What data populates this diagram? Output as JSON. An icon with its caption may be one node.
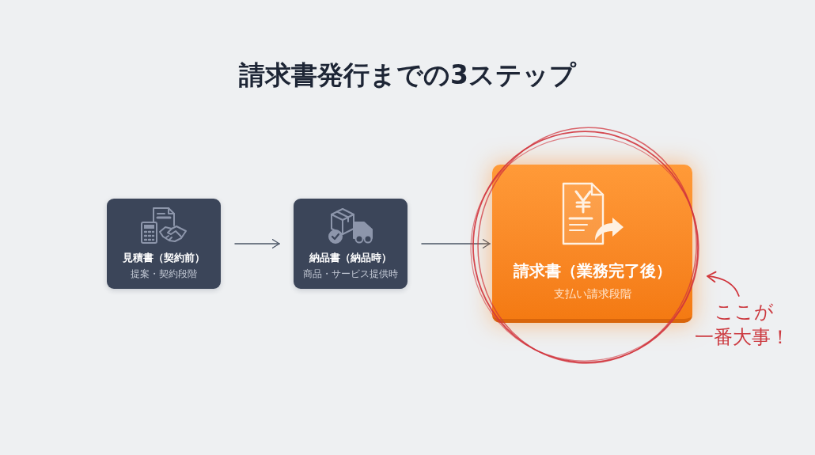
{
  "diagram": {
    "title": "請求書発行までの3ステップ",
    "nodes": [
      {
        "text": [
          "見積書（契約前）",
          "提案・契約段階"
        ]
      },
      {
        "text": [
          "納品書（納品時）",
          "商品・サービス提供時"
        ]
      },
      {
        "text": [],
        "shape": "circle"
      },
      {
        "text": [
          "請求書（業務完了後）",
          "支払い請求段階"
        ],
        "in": 2
      },
      {
        "text": [
          "ここが一番大事！"
        ]
      }
    ],
    "edges": [
      {
        "from": 0,
        "to": 1,
        "arrow": "to"
      },
      {
        "from": 1,
        "to": 3,
        "arrow": "to"
      },
      {
        "from": 4,
        "to": 2,
        "arrow": "to",
        "color": "#d0343c"
      }
    ]
  }
}
